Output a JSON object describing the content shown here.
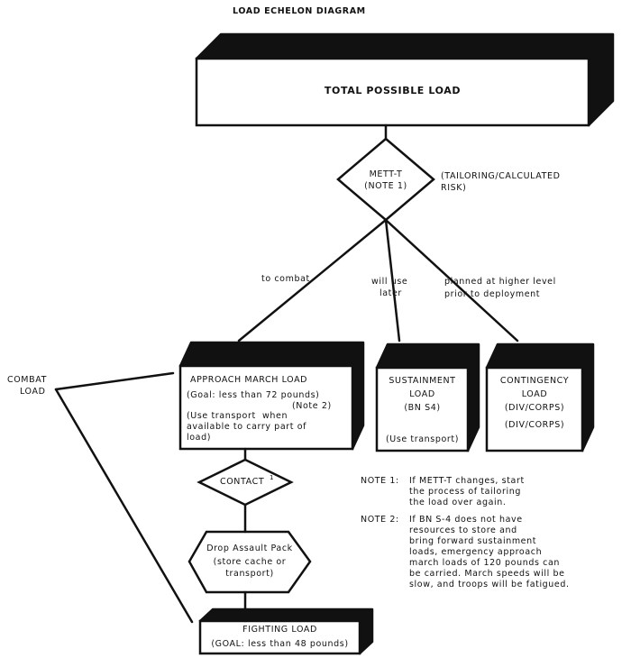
{
  "title": "LOAD ECHELON DIAGRAM",
  "total_box": "TOTAL POSSIBLE LOAD",
  "decision1": {
    "line1": "METT-T",
    "line2": "(NOTE 1)",
    "side_label_1": "(TAILORING/CALCULATED",
    "side_label_2": "RISK)"
  },
  "branches": {
    "combat": "to combat",
    "later_1": "will use",
    "later_2": "later",
    "planned_1": "planned at higher level",
    "planned_2": "prior to deployment"
  },
  "approach_box": {
    "title": "APPROACH MARCH LOAD",
    "line1": "(Goal: less than 72 pounds)",
    "line2": "(Note 2)",
    "line3": "(Use transport  when",
    "line4": "available to carry part of",
    "line5": "load)"
  },
  "sustainment_box": {
    "line1": "SUSTAINMENT",
    "line2": "LOAD",
    "line3": "(BN S4)",
    "line4": "(Use transport)"
  },
  "contingency_box": {
    "line1": "CONTINGENCY",
    "line2": "LOAD",
    "line3": "(DIV/CORPS)",
    "line4": "(DIV/CORPS)"
  },
  "combat_load_1": "COMBAT",
  "combat_load_2": "LOAD",
  "contact": "CONTACT",
  "contact_mark": "1",
  "drop_pack": {
    "line1": "Drop Assault Pack",
    "line2": "(store cache or",
    "line3": "transport)"
  },
  "fighting_box": {
    "title": "FIGHTING LOAD",
    "line1": "(GOAL: less than 48 pounds)"
  },
  "notes": {
    "note1_label": "NOTE 1:",
    "note1_lines": [
      "If METT-T changes, start",
      "the process of tailoring",
      "the load over again."
    ],
    "note2_label": "NOTE 2:",
    "note2_lines": [
      "If BN S-4 does not have",
      "resources to store and",
      "bring forward sustainment",
      "loads, emergency approach",
      "march loads of 120 pounds can",
      "be carried. March speeds will be",
      "slow, and troops will be fatigued."
    ]
  }
}
